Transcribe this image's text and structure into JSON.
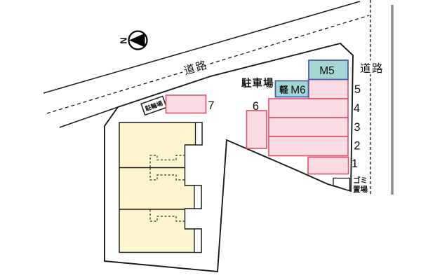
{
  "plan": {
    "north_label": "N",
    "road_label_top": "道路",
    "road_label_right": "道路",
    "parking_area_label": "駐車場",
    "bicycle_parking_label": "駐輪場",
    "garbage_label_line1": "ゴミ",
    "garbage_label_line2": "置場"
  },
  "parking_spaces": {
    "numbered": [
      "1",
      "2",
      "3",
      "4",
      "5",
      "6",
      "7"
    ],
    "moto": [
      {
        "label": "M5"
      },
      {
        "label": "M6",
        "vehicle_class": "軽"
      }
    ]
  },
  "colors": {
    "car_space_fill": "#fbdce4",
    "car_space_border": "#dd5068",
    "moto_space_fill": "#a3d5d2",
    "moto_space_border": "#4a5fa8",
    "building_fill": "#fcf5cd",
    "road_line_gray": "#8c8c8c"
  }
}
